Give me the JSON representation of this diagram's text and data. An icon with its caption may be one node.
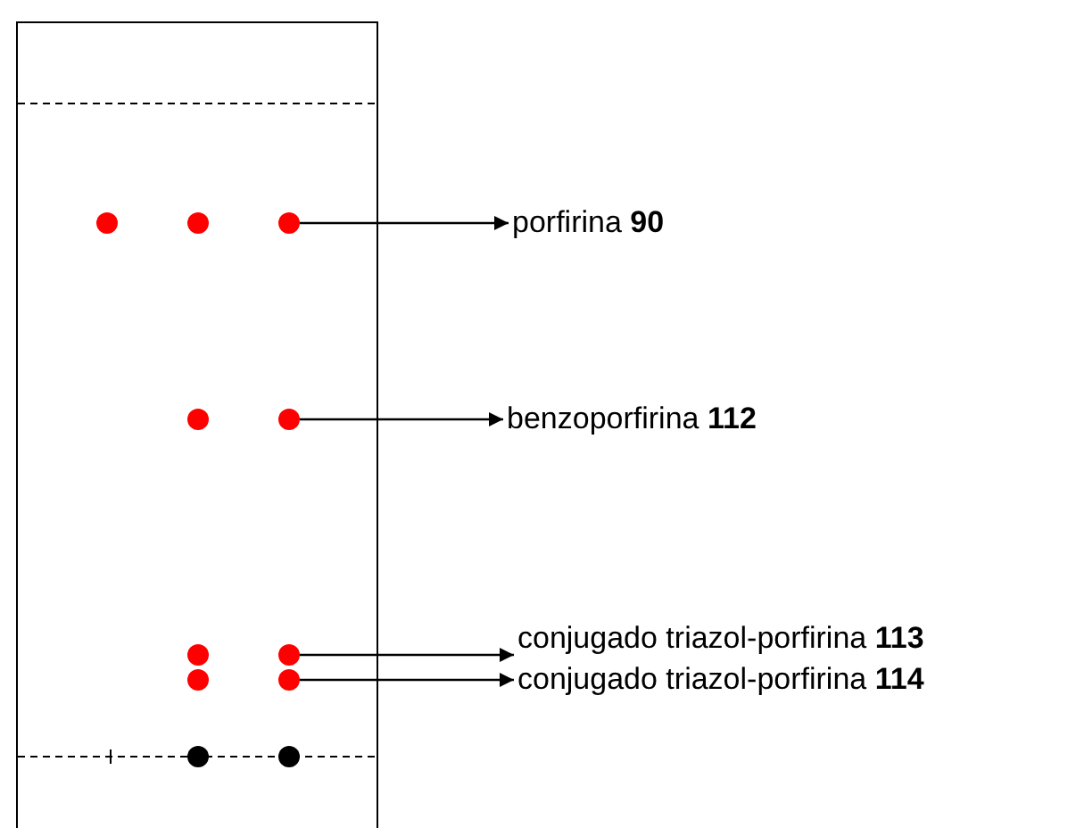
{
  "diagram": {
    "nodes": [
      {
        "text": [],
        "shape": "box"
      },
      {
        "text": [],
        "shape": "circle",
        "in": 0
      },
      {
        "text": [],
        "shape": "circle",
        "in": 0
      },
      {
        "text": [],
        "shape": "circle",
        "in": 0
      },
      {
        "text": [],
        "shape": "circle",
        "in": 0
      },
      {
        "text": [],
        "shape": "circle",
        "in": 0
      },
      {
        "text": [],
        "shape": "circle",
        "in": 0
      },
      {
        "text": [],
        "shape": "circle",
        "in": 0
      },
      {
        "text": [],
        "shape": "circle",
        "in": 0
      },
      {
        "text": [],
        "shape": "circle",
        "in": 0
      },
      {
        "text": [],
        "shape": "circle",
        "in": 0
      },
      {
        "text": [],
        "shape": "circle",
        "in": 0
      },
      {
        "text": [
          "porfirina **90**"
        ]
      },
      {
        "text": [
          "benzoporfirina **112**"
        ]
      },
      {
        "text": [
          "conjugado triazol-porfirina **113**"
        ]
      },
      {
        "text": [
          "conjugado triazol-porfirina **114**"
        ]
      }
    ],
    "edges": [
      {
        "from": 3,
        "to": 12,
        "arrow": "to"
      },
      {
        "from": 5,
        "to": 13,
        "arrow": "to"
      },
      {
        "from": 7,
        "to": 14,
        "arrow": "to"
      },
      {
        "from": 9,
        "to": 15,
        "arrow": "to"
      }
    ]
  }
}
